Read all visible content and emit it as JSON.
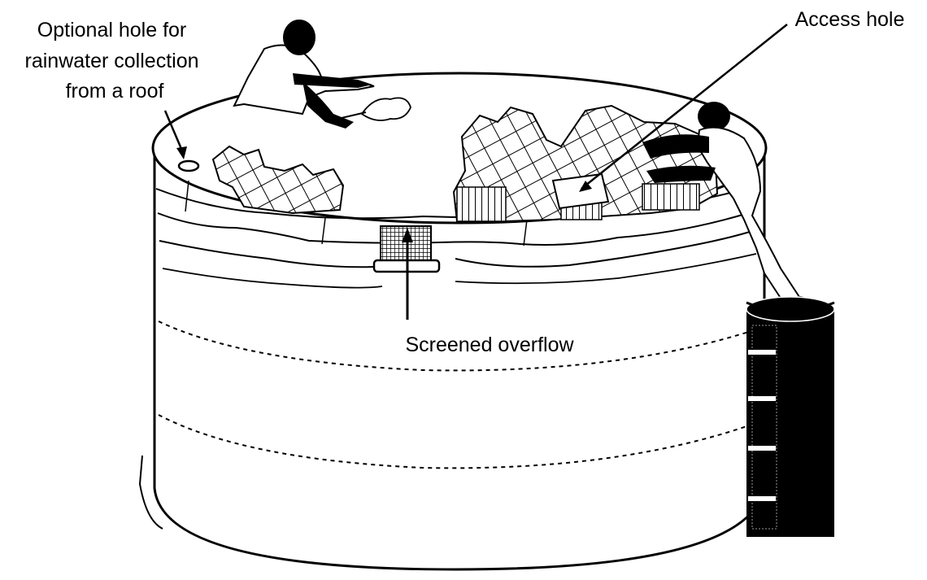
{
  "labels": {
    "optional_hole": [
      "Optional hole for",
      "rainwater collection",
      "from a roof"
    ],
    "access_hole": "Access hole",
    "screened_overflow": "Screened overflow"
  },
  "colors": {
    "ink": "#000000",
    "paper": "#ffffff"
  }
}
